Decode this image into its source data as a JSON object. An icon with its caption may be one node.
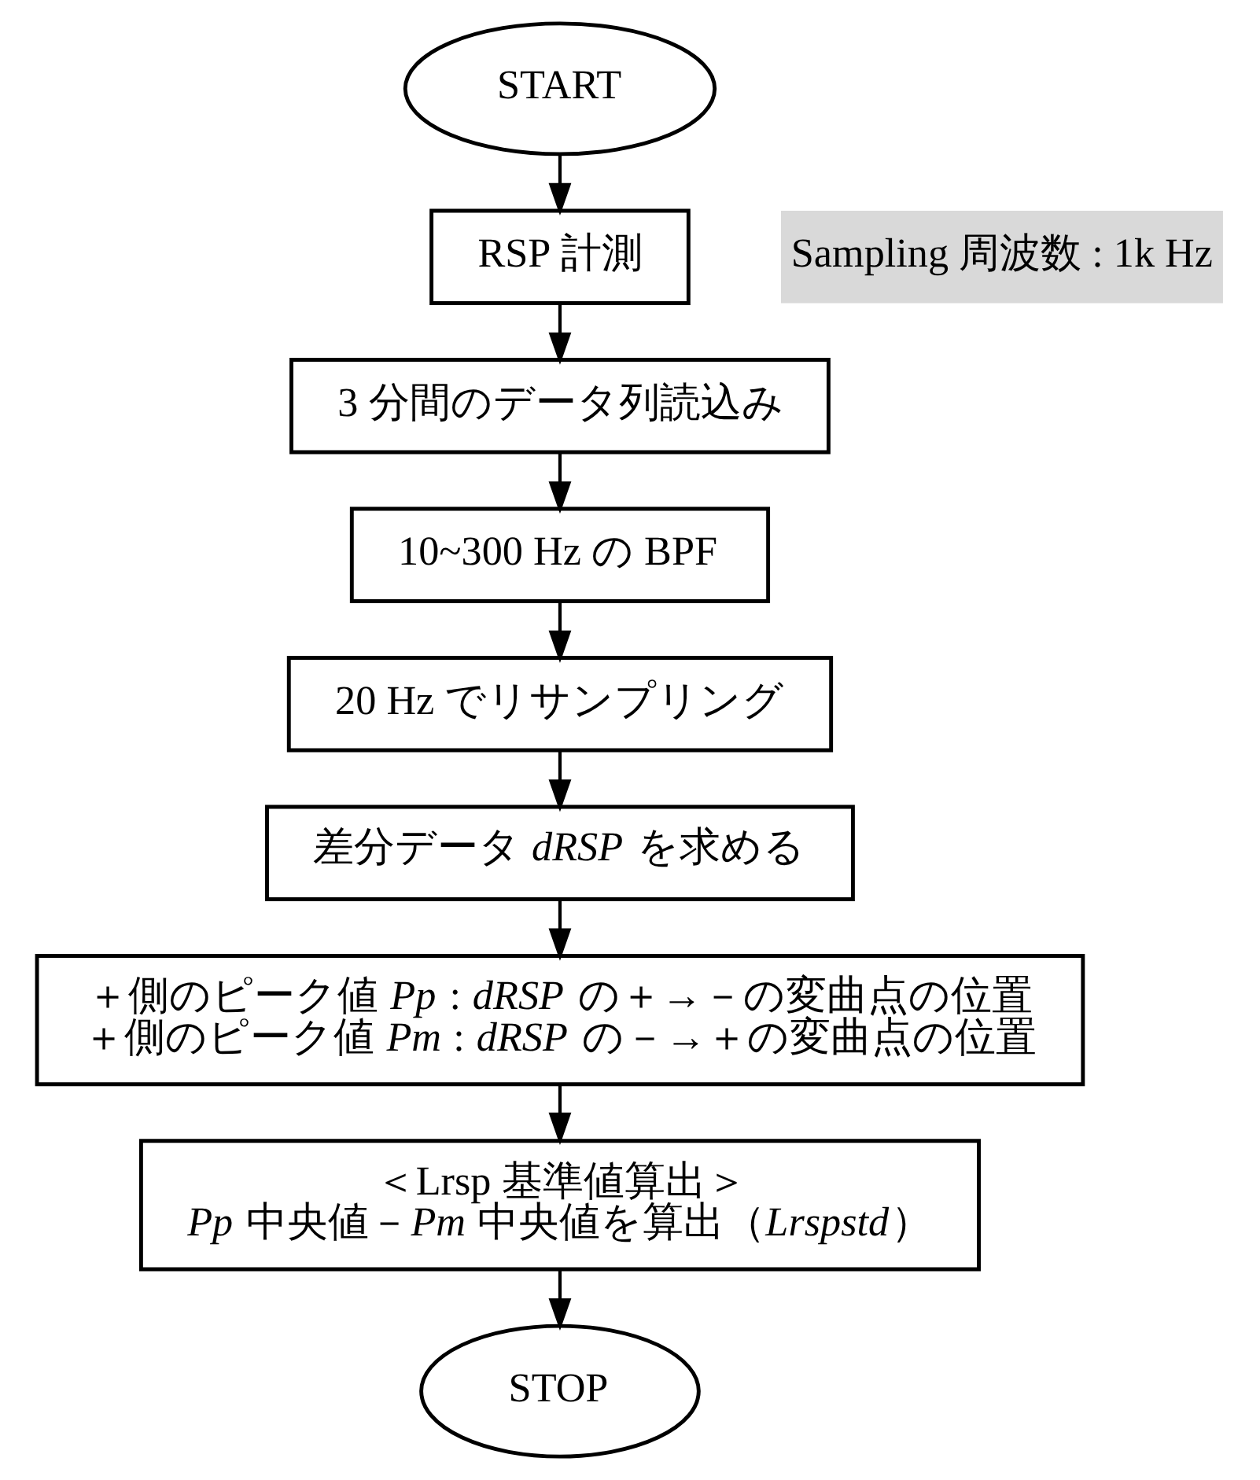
{
  "diagram": {
    "nodes": [
      {
        "text": [
          "START"
        ]
      },
      {
        "text": [
          "RSP 計測"
        ]
      },
      {
        "text": [
          "3 分間のデータ列読込み"
        ]
      },
      {
        "text": [
          "10~300 Hz の BPF"
        ]
      },
      {
        "text": [
          "20 Hz でリサンプリング"
        ]
      },
      {
        "text": [
          "差分データ *dRSP* を求める"
        ]
      },
      {
        "text": [
          "＋側のピーク値 *Pp* : *dRSP* の＋→－の変曲点の位置",
          "＋側のピーク値 *Pm* : *dRSP* の－→＋の変曲点の位置"
        ]
      },
      {
        "text": [
          "＜Lrsp 基準値算出＞",
          "*Pp* 中央値－*Pm* 中央値を算出（*Lrspstd*）"
        ]
      },
      {
        "text": [
          "STOP"
        ]
      }
    ],
    "edges": [
      {
        "from": 0,
        "to": 1,
        "arrow": "to"
      },
      {
        "from": 1,
        "to": 2,
        "arrow": "to"
      },
      {
        "from": 2,
        "to": 3,
        "arrow": "to"
      },
      {
        "from": 3,
        "to": 4,
        "arrow": "to"
      },
      {
        "from": 4,
        "to": 5,
        "arrow": "to"
      },
      {
        "from": 5,
        "to": 6,
        "arrow": "to"
      },
      {
        "from": 6,
        "to": 7,
        "arrow": "to"
      },
      {
        "from": 7,
        "to": 8,
        "arrow": "to"
      }
    ],
    "labels": [
      "Sampling 周波数 : 1k Hz"
    ]
  }
}
